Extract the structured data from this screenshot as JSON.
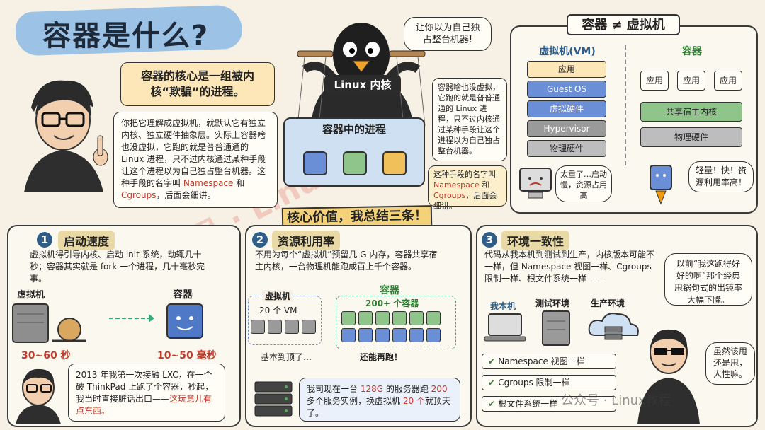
{
  "header": {
    "title": "容器是什么?",
    "core_definition": "容器的核心是一组被内核“欺骗”的进程。",
    "intro_text_a": "你把它理解成虚拟机，就默认它有独立内核、独立硬件抽象层。实际上容器啥也没虚拟，它跑的就是普普通通的 Linux 进程，只不过内核通过某种手段让这个进程以为自己独占整台机器。这种手段的名字叫 ",
    "namespace": "Namespace",
    "and": " 和 ",
    "cgroups": "Cgroups",
    "intro_text_b": "，后面会细讲。"
  },
  "kernel_illustration": {
    "penguin_bubble": "让你以为自己独占整台机器!",
    "kernel_label": "Linux 内核",
    "process_box_label": "容器中的进程",
    "side_note": "容器啥也没虚拟，它跑的就是普普通通的 Linux 进程，只不过内核通过某种手段让这个进程以为自己独占整台机器。",
    "means_note_a": "这种手段的名字叫",
    "means_note_ns": "Namespace",
    "means_note_and": " 和 ",
    "means_note_cg": "Cgroups",
    "means_note_b": "，后面会细讲。"
  },
  "comparison": {
    "title": "容器 ≠ 虚拟机",
    "vm_title": "虚拟机(VM)",
    "vm_layers": [
      "应用",
      "Guest OS",
      "虚拟硬件",
      "Hypervisor",
      "物理硬件"
    ],
    "container_title": "容器",
    "container_apps": [
      "应用",
      "应用",
      "应用"
    ],
    "container_layers": [
      "共享宿主内核",
      "物理硬件"
    ],
    "vm_bubble": "太重了…启动慢，资源占用高",
    "container_bubble": "轻量！快！资源利用率高！"
  },
  "core_banner": "核心价值，我总结三条！",
  "sections": {
    "speed": {
      "num": "1",
      "title": "启动速度",
      "text": "虚拟机得引导内核、启动 init 系统，动辄几十秒；容器其实就是 fork 一个进程，几十毫秒完事。",
      "vm_label": "虚拟机",
      "container_label": "容器",
      "vm_time": "30~60 秒",
      "container_time": "10~50 毫秒",
      "story_a": "2013 年我第一次接触 LXC，在一个破 ThinkPad 上跑了个容器，秒起，我当时直接脏话出口——",
      "story_b": "这玩意儿有点东西。"
    },
    "resources": {
      "num": "2",
      "title": "资源利用率",
      "text": "不用为每个“虚拟机”预留几 G 内存，容器共享宿主内核，一台物理机能跑成百上千个容器。",
      "vm_label": "虚拟机",
      "vm_count": "20 个 VM",
      "container_label": "容器",
      "container_count": "200+ 个容器",
      "vm_caption": "基本到顶了…",
      "container_caption": "还能再跑！",
      "server_note_a": "我司现在一台 ",
      "server_mem": "128G",
      "server_note_b": " 的服务器跑 ",
      "server_count": "200",
      "server_note_c": " 多个服务实例，换虚拟机 ",
      "server_vm": "20 个",
      "server_note_d": "就顶天了。"
    },
    "consistency": {
      "num": "3",
      "title": "环境一致性",
      "text": "代码从我本机到测试到生产，内核版本可能不一样，但 Namespace 视图一样、Cgroups 限制一样、根文件系统一样——",
      "env_local": "我本机",
      "env_test": "测试环境",
      "env_prod": "生产环境",
      "checks": [
        "Namespace 视图一样",
        "Cgroups 限制一样",
        "根文件系统一样"
      ],
      "bubble_top": "以前“我这跑得好好的啊”那个经典甩锅句式的出镜率大幅下降。",
      "bubble_bottom": "虽然该甩还是甩，人性嘛。"
    }
  },
  "watermark": {
    "faint": "公众号 · Linux 教程",
    "footer": "公众号 · Linux教程"
  },
  "colors": {
    "title_bg": "#9cc3e6",
    "banner": "#f4d27a",
    "vm_blue": "#6b8fd6",
    "vm_gray": "#9a9a9a",
    "green": "#8fc48a",
    "accent_red": "#c0392b"
  }
}
